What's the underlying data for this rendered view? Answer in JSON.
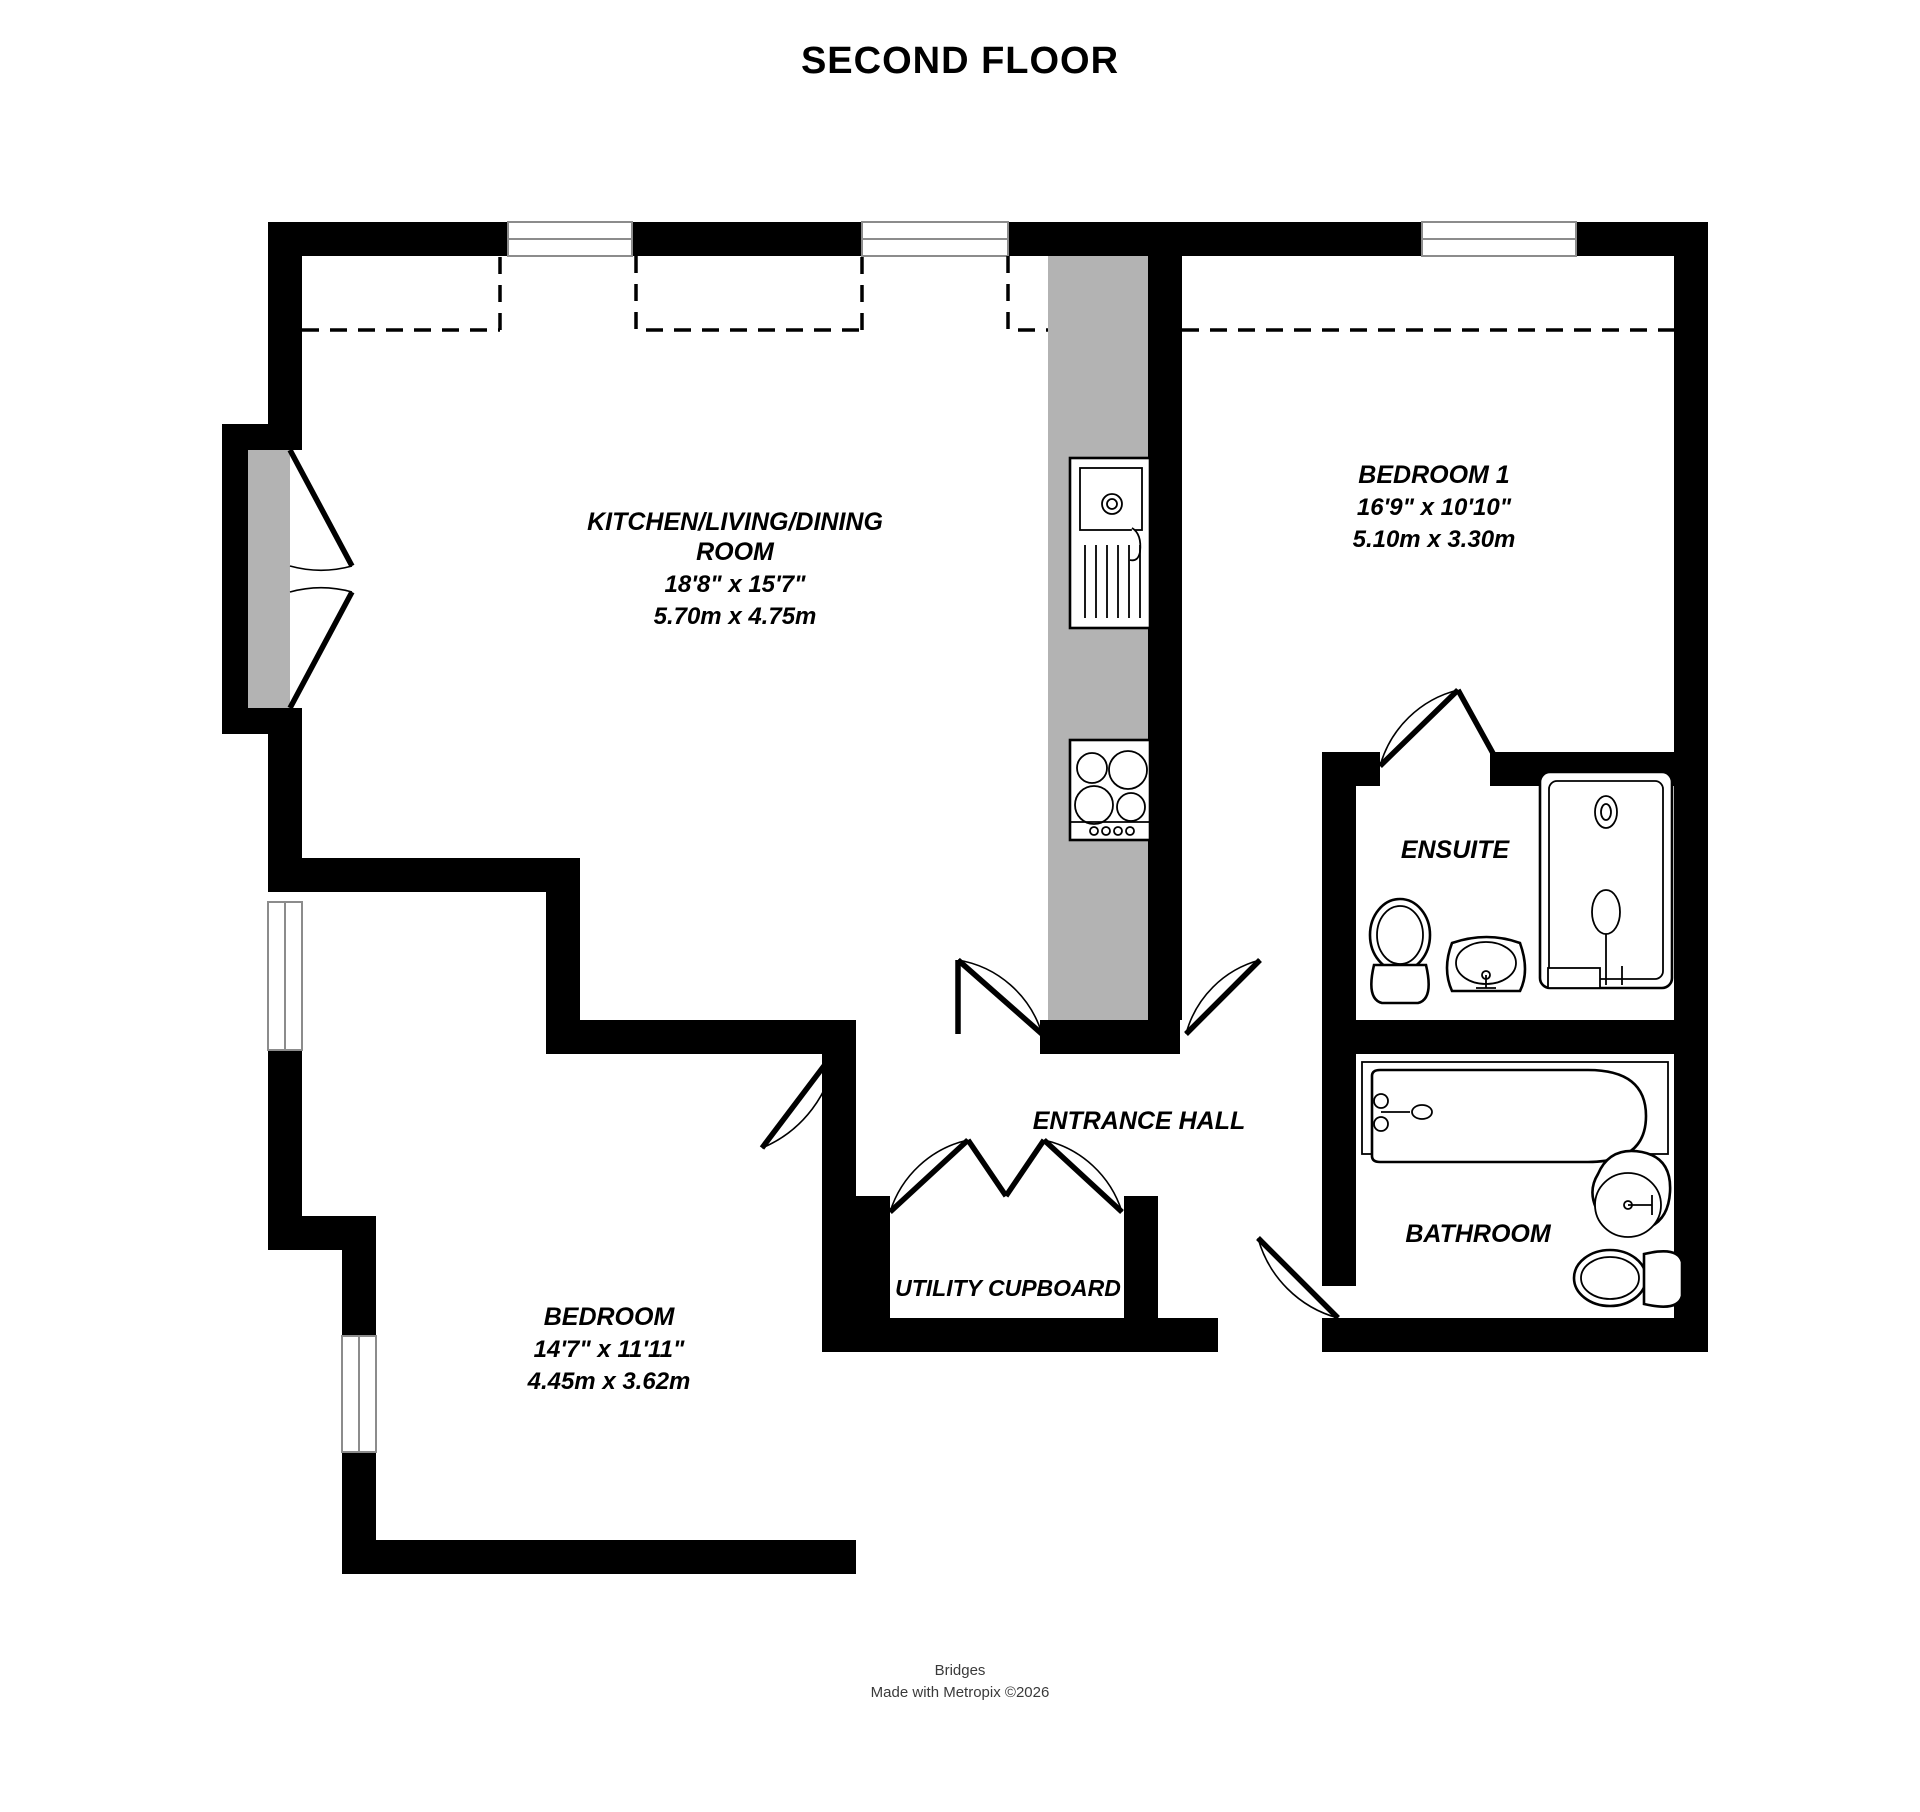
{
  "page": {
    "title": "SECOND FLOOR"
  },
  "footer": {
    "line1": "Bridges",
    "line2": "Made with Metropix ©2026"
  },
  "colors": {
    "wall": "#000000",
    "background": "#ffffff",
    "recess": "#b3b3b3",
    "window_frame": "#8c8c8c",
    "text": "#000000",
    "footer_text": "#3a3a3a"
  },
  "rooms": [
    {
      "id": "kitchen-living-dining",
      "name_line1": "KITCHEN/LIVING/DINING",
      "name_line2": "ROOM",
      "dim_imperial": "18'8\"  x 15'7\"",
      "dim_metric": "5.70m  x 4.75m"
    },
    {
      "id": "bedroom-1",
      "name_line1": "BEDROOM 1",
      "dim_imperial": "16'9\"  x 10'10\"",
      "dim_metric": "5.10m  x 3.30m"
    },
    {
      "id": "bedroom",
      "name_line1": "BEDROOM",
      "dim_imperial": "14'7\"  x 11'11\"",
      "dim_metric": "4.45m  x 3.62m"
    },
    {
      "id": "ensuite",
      "name_line1": "ENSUITE"
    },
    {
      "id": "bathroom",
      "name_line1": "BATHROOM"
    },
    {
      "id": "entrance-hall",
      "name_line1": "ENTRANCE HALL"
    },
    {
      "id": "utility-cupboard",
      "name_line1": "UTILITY CUPBOARD"
    }
  ],
  "fixtures": [
    {
      "id": "kitchen-sink",
      "icon": "sink-icon",
      "room": "kitchen-living-dining"
    },
    {
      "id": "kitchen-hob",
      "icon": "hob-icon",
      "room": "kitchen-living-dining"
    },
    {
      "id": "ensuite-toilet",
      "icon": "toilet-icon",
      "room": "ensuite"
    },
    {
      "id": "ensuite-basin",
      "icon": "basin-icon",
      "room": "ensuite"
    },
    {
      "id": "ensuite-shower",
      "icon": "shower-icon",
      "room": "ensuite"
    },
    {
      "id": "bathroom-bath",
      "icon": "bathtub-icon",
      "room": "bathroom"
    },
    {
      "id": "bathroom-basin",
      "icon": "basin-icon",
      "room": "bathroom"
    },
    {
      "id": "bathroom-toilet",
      "icon": "toilet-icon",
      "room": "bathroom"
    }
  ],
  "openings": [
    {
      "id": "french-doors-balcony",
      "type": "double-door"
    },
    {
      "id": "window-kitchen-north-1",
      "type": "window"
    },
    {
      "id": "window-kitchen-north-2",
      "type": "window"
    },
    {
      "id": "window-bedroom1-north",
      "type": "window"
    },
    {
      "id": "window-bedroom-west-upper",
      "type": "window"
    },
    {
      "id": "window-bedroom-west-lower",
      "type": "window"
    },
    {
      "id": "door-bedroom",
      "type": "single-door"
    },
    {
      "id": "door-kitchen-hall",
      "type": "single-door"
    },
    {
      "id": "door-bedroom1-hall",
      "type": "single-door"
    },
    {
      "id": "door-ensuite",
      "type": "single-door"
    },
    {
      "id": "door-bathroom",
      "type": "single-door"
    },
    {
      "id": "door-utility-cupboard",
      "type": "double-door"
    }
  ]
}
